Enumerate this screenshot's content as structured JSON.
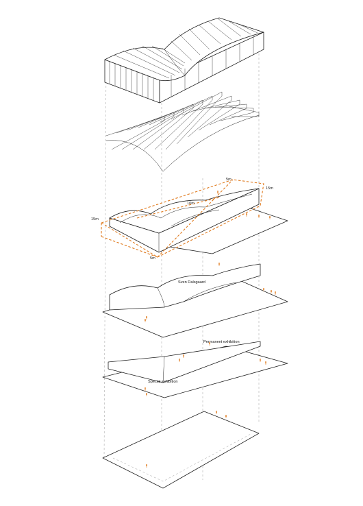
{
  "colors": {
    "ink": "#1e1e1e",
    "accent": "#e07b1f",
    "guide": "#9a9a9a",
    "background": "#ffffff"
  },
  "layers": {
    "roof": {
      "label": ""
    },
    "truss": {
      "label": ""
    },
    "volume": {
      "dimensions": {
        "top_right": "5m",
        "right": "15m",
        "center": "10m",
        "left": "15m",
        "bottom": "5m"
      }
    },
    "upper_level": {
      "label": "Sven Dalsgaard"
    },
    "exhibition_level": {
      "label_permanent": "Permanent exhibition",
      "label_special": "Special exhibition"
    },
    "ground": {
      "label": ""
    }
  },
  "icons": [
    "person-figure-icon"
  ]
}
